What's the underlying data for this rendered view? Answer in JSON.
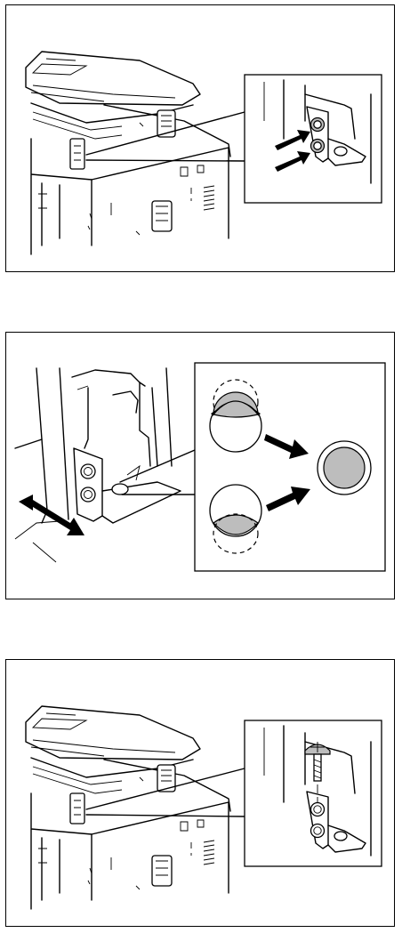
{
  "panels": [
    {
      "id": "panel-1",
      "step": "locate-hinge-screws",
      "icons": [
        "copier-icon",
        "hinge-bracket-icon",
        "arrow-icon",
        "arrow-icon"
      ]
    },
    {
      "id": "panel-2",
      "step": "align-bracket-hole",
      "icons": [
        "hinge-bracket-icon",
        "double-arrow-icon",
        "hole-misaligned-top-icon",
        "hole-misaligned-bottom-icon",
        "hole-aligned-icon",
        "arrow-icon",
        "arrow-icon"
      ]
    },
    {
      "id": "panel-3",
      "step": "insert-screw",
      "icons": [
        "copier-icon",
        "hinge-bracket-icon",
        "screw-icon"
      ]
    }
  ],
  "colors": {
    "line": "#000000",
    "fill": "#bdbdbd",
    "background": "#ffffff"
  }
}
